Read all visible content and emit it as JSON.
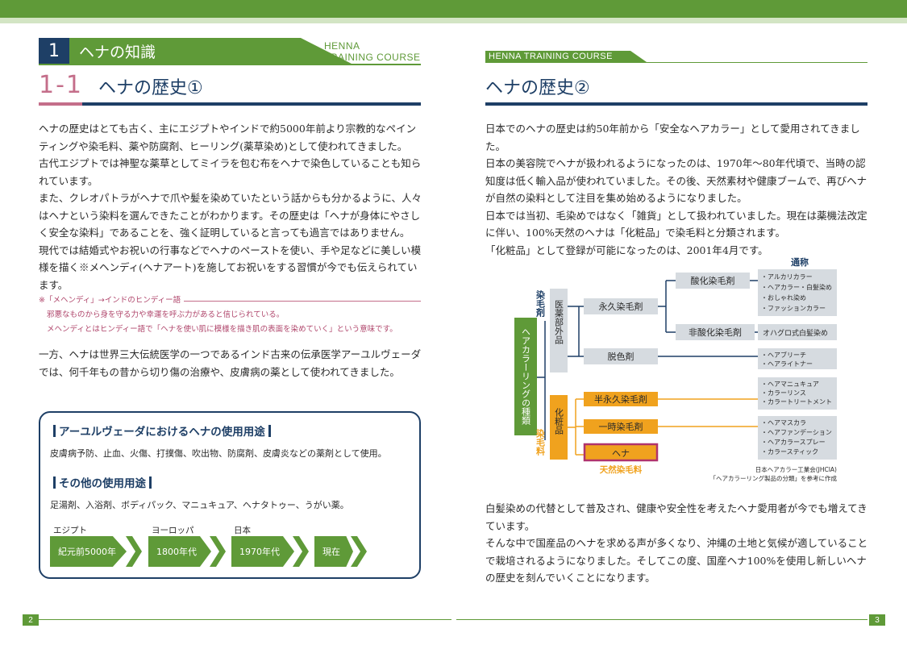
{
  "left": {
    "chapter_number": "1",
    "chapter_title": "ヘナの知識",
    "logo_line1": "HENNA",
    "logo_line2": "TRAINING COURSE",
    "section_number": "1-1",
    "section_title": "ヘナの歴史①",
    "paragraphs": [
      "ヘナの歴史はとても古く、主にエジプトやインドで約5000年前より宗教的なペインティングや染毛料、薬や防腐剤、ヒーリング(薬草染め)として使われてきました。",
      "古代エジプトでは神聖な薬草としてミイラを包む布をヘナで染色していることも知られています。",
      "また、クレオパトラがヘナで爪や髪を染めていたという話からも分かるように、人々はヘナという染料を選んできたことがわかります。その歴史は「ヘナが身体にやさしく安全な染料」であることを、強く証明していると言っても過言ではありません。",
      "現代では結婚式やお祝いの行事などでヘナのペーストを使い、手や足などに美しい模様を描く※メヘンディ(ヘナアート)を施してお祝いをする習慣が今でも伝えられています。"
    ],
    "note": {
      "title": "※「メヘンディ」→インドのヒンディー語",
      "line1": "邪悪なものから身を守る力や幸運を呼ぶ力があると信じられている。",
      "line2": "メヘンディとはヒンディー語で「ヘナを使い肌に模様を描き肌の表面を染めていく」という意味です。"
    },
    "paragraph_after_note": "一方、ヘナは世界三大伝統医学の一つであるインド古来の伝承医学アーユルヴェーダでは、何千年もの昔から切り傷の治療や、皮膚病の薬として使われてきました。",
    "box": {
      "heading1": "アーユルヴェーダにおけるヘナの使用用途",
      "text1": "皮膚病予防、止血、火傷、打撲傷、吹出物、防腐剤、皮膚炎などの薬剤として使用。",
      "heading2": "その他の使用用途",
      "text2": "足湯剤、入浴剤、ボディパック、マニュキュア、ヘナタトゥー、うがい薬。",
      "timeline": [
        {
          "label": "エジプト",
          "value": "紀元前5000年"
        },
        {
          "label": "ヨーロッパ",
          "value": "1800年代"
        },
        {
          "label": "日本",
          "value": "1970年代"
        },
        {
          "label": "",
          "value": "現在"
        }
      ]
    },
    "page_number": "2"
  },
  "right": {
    "logo": "HENNA TRAINING COURSE",
    "section_title": "ヘナの歴史②",
    "paragraphs": [
      "日本でのヘナの歴史は約50年前から「安全なヘアカラー」として愛用されてきました。",
      "日本の美容院でヘナが扱われるようになったのは、1970年〜80年代頃で、当時の認知度は低く輸入品が使われていました。その後、天然素材や健康ブームで、再びヘナが自然の染料として注目を集め始めるようになりました。",
      "日本では当初、毛染めではなく「雑貨」として扱われていました。現在は薬機法改定に伴い、100%天然のヘナは「化粧品」で染毛料と分類されます。",
      "「化粧品」として登録が可能になったのは、2001年4月です。"
    ],
    "diagram": {
      "root": "ヘアカラーリングの種類",
      "group1_label": "染毛剤",
      "group1_sub": "医薬部外品",
      "group2_label": "染毛料",
      "group2_sub": "化粧品",
      "common_name_header": "通称",
      "permanent": "永久染毛剤",
      "oxidative": "酸化染毛剤",
      "non_oxidative": "非酸化染毛剤",
      "bleach": "脱色剤",
      "semi_permanent": "半永久染毛剤",
      "temporary": "一時染毛剤",
      "henna": "ヘナ",
      "natural": "天然染毛料",
      "oxidative_items": [
        "・アルカリカラー",
        "・ヘアカラー・白髪染め",
        "・おしゃれ染め",
        "・ファッションカラー"
      ],
      "non_oxidative_items": [
        "オハグロ式白髪染め"
      ],
      "bleach_items": [
        "・ヘアブリーチ",
        "・ヘアライトナー"
      ],
      "semi_items": [
        "・ヘアマニュキュア",
        "・カラーリンス",
        "・カラートリートメント"
      ],
      "temporary_items": [
        "・ヘアマスカラ",
        "・ヘアファンデーション",
        "・ヘアカラースプレー",
        "・カラースティック"
      ],
      "source1": "日本ヘアカラー工業会(JHCIA)",
      "source2": "「ヘアカラーリング製品の分類」を参考に作成"
    },
    "paragraphs2": [
      "白髪染めの代替として普及され、健康や安全性を考えたヘナ愛用者が今でも増えてきています。",
      "そんな中で国産品のヘナを求める声が多くなり、沖縄の土地と気候が適していることで栽培されるようになりました。そしてこの度、国産ヘナ100%を使用し新しいヘナの歴史を刻んでいくことになります。"
    ],
    "page_number": "3"
  },
  "colors": {
    "green": "#5f9a38",
    "navy": "#1e3f66",
    "pink": "#c46e8a",
    "orange": "#f0a21e",
    "gray_box": "#d6dbe0"
  }
}
